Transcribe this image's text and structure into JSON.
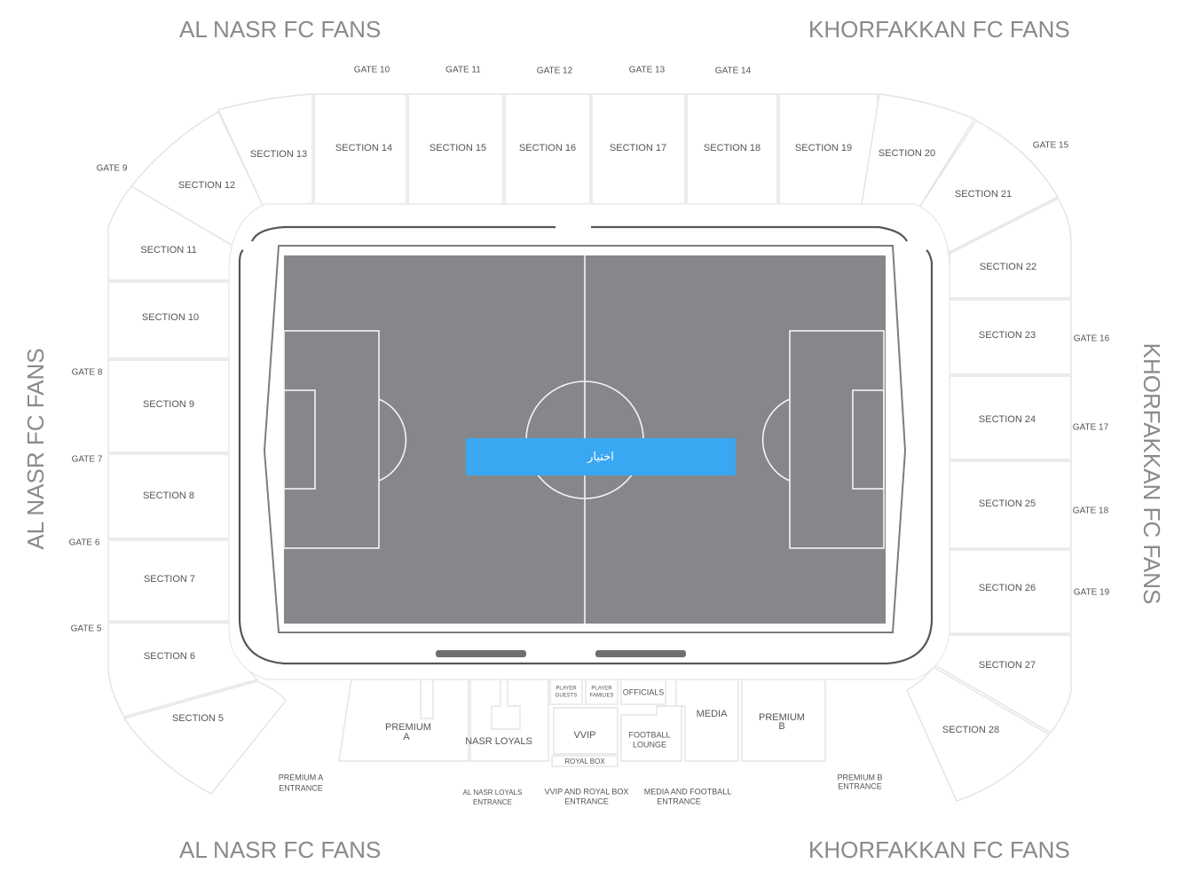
{
  "fans": {
    "top_left": "AL NASR FC FANS",
    "top_right": "KHORFAKKAN FC FANS",
    "bottom_left": "AL NASR FC FANS",
    "bottom_right": "KHORFAKKAN FC FANS",
    "left_side": "AL NASR FC FANS",
    "right_side": "KHORFAKKAN FC FANS"
  },
  "gates": {
    "g5": "GATE 5",
    "g6": "GATE 6",
    "g7": "GATE 7",
    "g8": "GATE 8",
    "g9": "GATE 9",
    "g10": "GATE 10",
    "g11": "GATE 11",
    "g12": "GATE 12",
    "g13": "GATE 13",
    "g14": "GATE 14",
    "g15": "GATE 15",
    "g16": "GATE 16",
    "g17": "GATE 17",
    "g18": "GATE 18",
    "g19": "GATE 19"
  },
  "sections": {
    "s5": "SECTION 5",
    "s6": "SECTION 6",
    "s7": "SECTION 7",
    "s8": "SECTION 8",
    "s9": "SECTION 9",
    "s10": "SECTION 10",
    "s11": "SECTION 11",
    "s12": "SECTION 12",
    "s13": "SECTION 13",
    "s14": "SECTION 14",
    "s15": "SECTION 15",
    "s16": "SECTION 16",
    "s17": "SECTION 17",
    "s18": "SECTION 18",
    "s19": "SECTION 19",
    "s20": "SECTION 20",
    "s21": "SECTION 21",
    "s22": "SECTION 22",
    "s23": "SECTION 23",
    "s24": "SECTION 24",
    "s25": "SECTION 25",
    "s26": "SECTION 26",
    "s27": "SECTION 27",
    "s28": "SECTION 28"
  },
  "west_stand": {
    "premium_a": [
      "PREMIUM",
      "A"
    ],
    "nasr_loyals": "NASR LOYALS",
    "player_guests": [
      "PLAYER",
      "GUESTS"
    ],
    "player_families": [
      "PLAYER",
      "FAMILIES"
    ],
    "officials": "OFFICIALS",
    "vvip": "VVIP",
    "royal_box": "ROYAL BOX",
    "football_lounge": [
      "FOOTBALL",
      "LOUNGE"
    ],
    "media": "MEDIA",
    "premium_b": [
      "PREMIUM",
      "B"
    ]
  },
  "entrances": {
    "premium_a": [
      "PREMIUM A",
      "ENTRANCE"
    ],
    "nasr_loyals": [
      "AL NASR LOYALS",
      "ENTRANCE"
    ],
    "vvip_royal": [
      "VVIP AND ROYAL BOX",
      "ENTRANCE"
    ],
    "media_football": [
      "MEDIA AND FOOTBALL",
      "ENTRANCE"
    ],
    "premium_b": [
      "PREMIUM B",
      "ENTRANCE"
    ]
  },
  "select_button": {
    "label": "اختيار",
    "color": "#3aa7f2"
  },
  "colors": {
    "pitch": "#86878b",
    "section_stroke": "#e3e3e3",
    "ring": "#575757"
  }
}
